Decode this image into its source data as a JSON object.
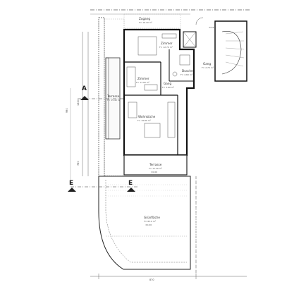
{
  "rooms": {
    "zugang": {
      "name": "Zugang",
      "area": "F= 16.10 m²"
    },
    "zimmer1": {
      "name": "Zimmer",
      "area": "F= 12.70 m²"
    },
    "zimmer2": {
      "name": "Zimmer",
      "area": "F= 11.00 m²"
    },
    "gang1": {
      "name": "Gang",
      "area": "F= 3.60 m²"
    },
    "dusche": {
      "name": "Dusche",
      "area": "F= 4.60 m²"
    },
    "gang2": {
      "name": "Gang",
      "area": "F= 2.70 m²"
    },
    "terrasse1": {
      "name": "Terrasse",
      "area": "F= 15.40 m²"
    },
    "wohnkueche": {
      "name": "Wohnküche",
      "area": "F= 19.80 m²"
    },
    "terrasse2": {
      "name": "Terrasse",
      "area": "F= 11.30 m²"
    },
    "gruenflaeche": {
      "name": "Grünfläche",
      "area": "F= 83.0 m²"
    }
  },
  "section_marks": {
    "a_left": "A",
    "e_left": "E",
    "e_mid": "E"
  },
  "dimensions": {
    "bottom": "870",
    "left_upper": "1320",
    "left_lower": "990",
    "left_mid": "780"
  },
  "levels": {
    "entrance": "±0.00",
    "terrace": "±0.00",
    "garden": "±0.00"
  }
}
